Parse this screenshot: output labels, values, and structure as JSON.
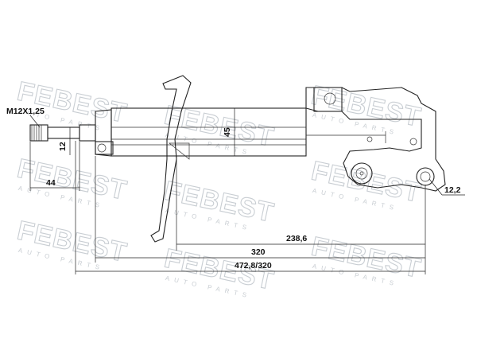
{
  "watermark": {
    "brand": "FEBEST",
    "sub": "AUTO PARTS"
  },
  "dimensions": {
    "thread": "M12X1,25",
    "rod_length": "44",
    "rod_diameter": "12",
    "body_diameter": "45",
    "bracket_hole": "12,2",
    "stroke_length": "238,6",
    "compressed_length": "320",
    "extended_length": "472,8/320"
  },
  "colors": {
    "line": "#222222",
    "watermark": "#c9ced3"
  }
}
